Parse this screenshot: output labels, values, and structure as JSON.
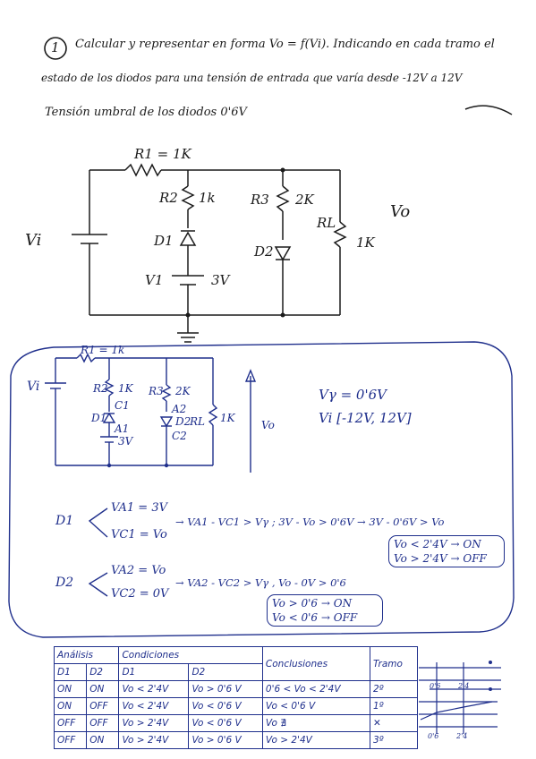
{
  "problem": {
    "number": "1",
    "line1": "Calcular y representar en forma Vo = f(Vi). Indicando en cada tramo el",
    "line2": "estado de los diodos para una tensión de entrada que varía desde -12V a 12V",
    "line3": "Tensión umbral de los diodos 0'6V"
  },
  "circuit1": {
    "r1": "R1 = 1K",
    "r2": "R2",
    "r2_val": "1k",
    "d1": "D1",
    "v1": "V1",
    "v1_val": "3V",
    "r3": "R3",
    "r3_val": "2K",
    "d2": "D2",
    "rl": "RL",
    "rl_val": "1K",
    "vi": "Vi",
    "vo": "Vo"
  },
  "circuit2": {
    "r1": "R1 = 1k",
    "r2": "R2",
    "r2_val": "1K",
    "c1": "C1",
    "d1": "D1",
    "a1": "A1",
    "v_val": "3V",
    "r3": "R3",
    "r3_val": "2K",
    "a2": "A2",
    "d2": "D2",
    "c2": "C2",
    "r_l": "RL",
    "rl_val": "1K",
    "vi": "Vi",
    "vo": "Vo",
    "vg": "Vγ = 0'6V",
    "range": "Vi [-12V, 12V]"
  },
  "analysis": {
    "d1_label": "D1",
    "d1_va": "VA1 = 3V",
    "d1_vc": "VC1 = Vo",
    "d1_ineq": "→ VA1 - VC1 > Vγ ; 3V - Vo > 0'6V → 3V - 0'6V > Vo",
    "d1_on": "Vo < 2'4V → ON",
    "d1_off": "Vo > 2'4V → OFF",
    "d2_label": "D2",
    "d2_va": "VA2 = Vo",
    "d2_vc": "VC2 = 0V",
    "d2_ineq": "→ VA2 - VC2 > Vγ , Vo - 0V > 0'6",
    "d2_on": "Vo > 0'6 → ON",
    "d2_off": "Vo < 0'6 → OFF"
  },
  "table": {
    "title": "Análisis",
    "conditions_title": "Condiciones",
    "headers": [
      "D1",
      "D2",
      "D1",
      "D2",
      "Conclusiones",
      "Tramo"
    ],
    "rows": [
      [
        "ON",
        "ON",
        "Vo < 2'4V",
        "Vo > 0'6 V",
        "0'6 < Vo < 2'4V",
        "2º"
      ],
      [
        "ON",
        "OFF",
        "Vo < 2'4V",
        "Vo < 0'6 V",
        "Vo < 0'6 V",
        "1º"
      ],
      [
        "OFF",
        "OFF",
        "Vo > 2'4V",
        "Vo < 0'6 V",
        "Vo ∄",
        "✕"
      ],
      [
        "OFF",
        "ON",
        "Vo > 2'4V",
        "Vo > 0'6 V",
        "Vo > 2'4V",
        "3º"
      ]
    ]
  },
  "sketch": {
    "t1": "0'6",
    "t2": "2'4"
  }
}
